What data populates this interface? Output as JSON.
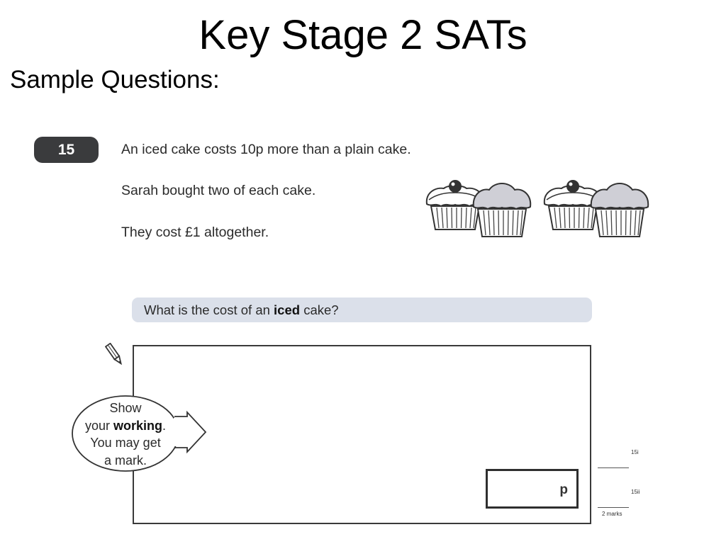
{
  "page": {
    "title": "Key Stage 2 SATs",
    "subtitle": "Sample Questions:"
  },
  "question": {
    "number": "15",
    "lines": [
      "An iced cake costs 10p more than a plain cake.",
      "Sarah bought two of each cake.",
      "They cost £1 altogether."
    ],
    "prompt": {
      "before": "What is the cost of an ",
      "bold": "iced",
      "after": " cake?"
    },
    "bubble": {
      "line1": "Show",
      "line2_before": "your ",
      "line2_bold": "working",
      "line2_after": ".",
      "line3": "You may get",
      "line4": "a mark."
    },
    "answer_unit": "p",
    "marks": {
      "part1": "15i",
      "part2": "15ii",
      "total": "2 marks"
    }
  },
  "icons": {
    "pencil": "pencil-icon",
    "cakes": "cupcakes-illustration"
  }
}
